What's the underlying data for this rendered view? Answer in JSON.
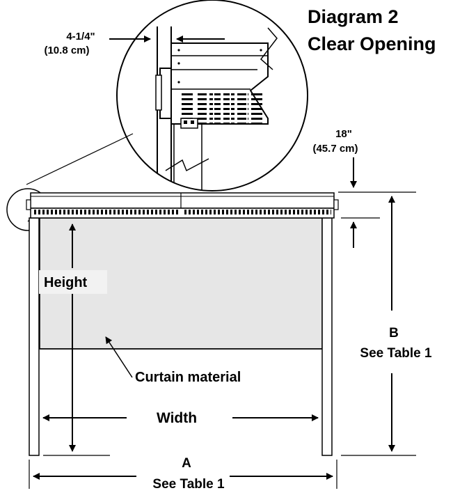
{
  "title": {
    "line1": "Diagram 2",
    "line2": "Clear Opening"
  },
  "detail": {
    "dim_in": "4-1/4\"",
    "dim_cm": "(10.8 cm)"
  },
  "top_dim": {
    "in": "18\"",
    "cm": "(45.7 cm)"
  },
  "labels": {
    "height": "Height",
    "width": "Width",
    "curtain": "Curtain material",
    "b_letter": "B",
    "b_note": "See Table 1",
    "a_letter": "A",
    "a_note": "See Table 1"
  },
  "colors": {
    "line": "#000000",
    "curtain_fill": "#e6e6e6",
    "background": "#ffffff"
  }
}
